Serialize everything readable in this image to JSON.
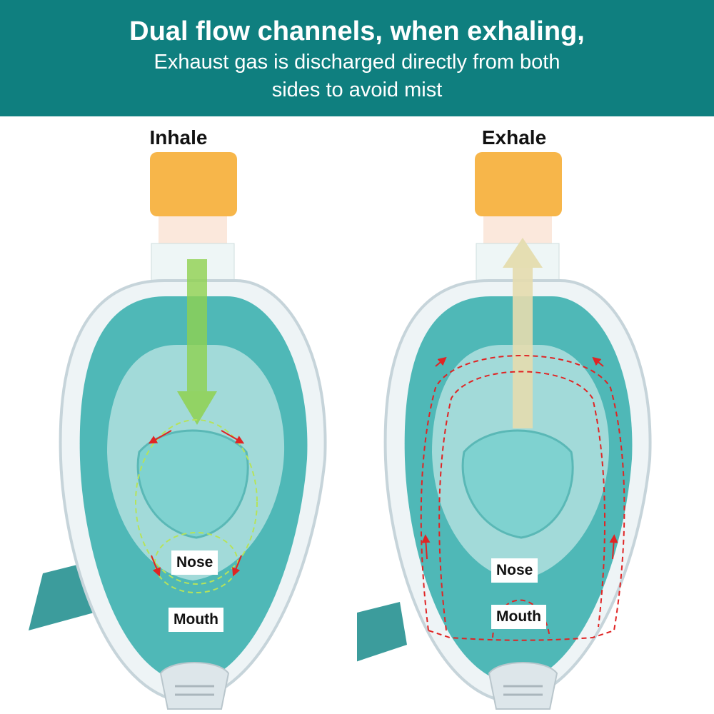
{
  "banner": {
    "headline": "Dual flow channels, when exhaling,",
    "line1": "Exhaust gas is discharged directly from both",
    "line2": "sides to avoid mist"
  },
  "panels": [
    {
      "heading": "Inhale",
      "nose": "Nose",
      "mouth": "Mouth"
    },
    {
      "heading": "Exhale",
      "nose": "Nose",
      "mouth": "Mouth"
    }
  ],
  "colors": {
    "banner": "#0f7f7f",
    "mask_teal": "#4fb8b7",
    "snorkel_cap": "#f7b64a",
    "inhale_flow": "#8fd14f",
    "exhale_flow": "#e4dcae",
    "flow_arrows": "#e02424"
  },
  "icons": [
    "snorkel-cap-icon",
    "inhale-arrow-icon",
    "exhale-arrow-icon",
    "airflow-loop-icon"
  ]
}
